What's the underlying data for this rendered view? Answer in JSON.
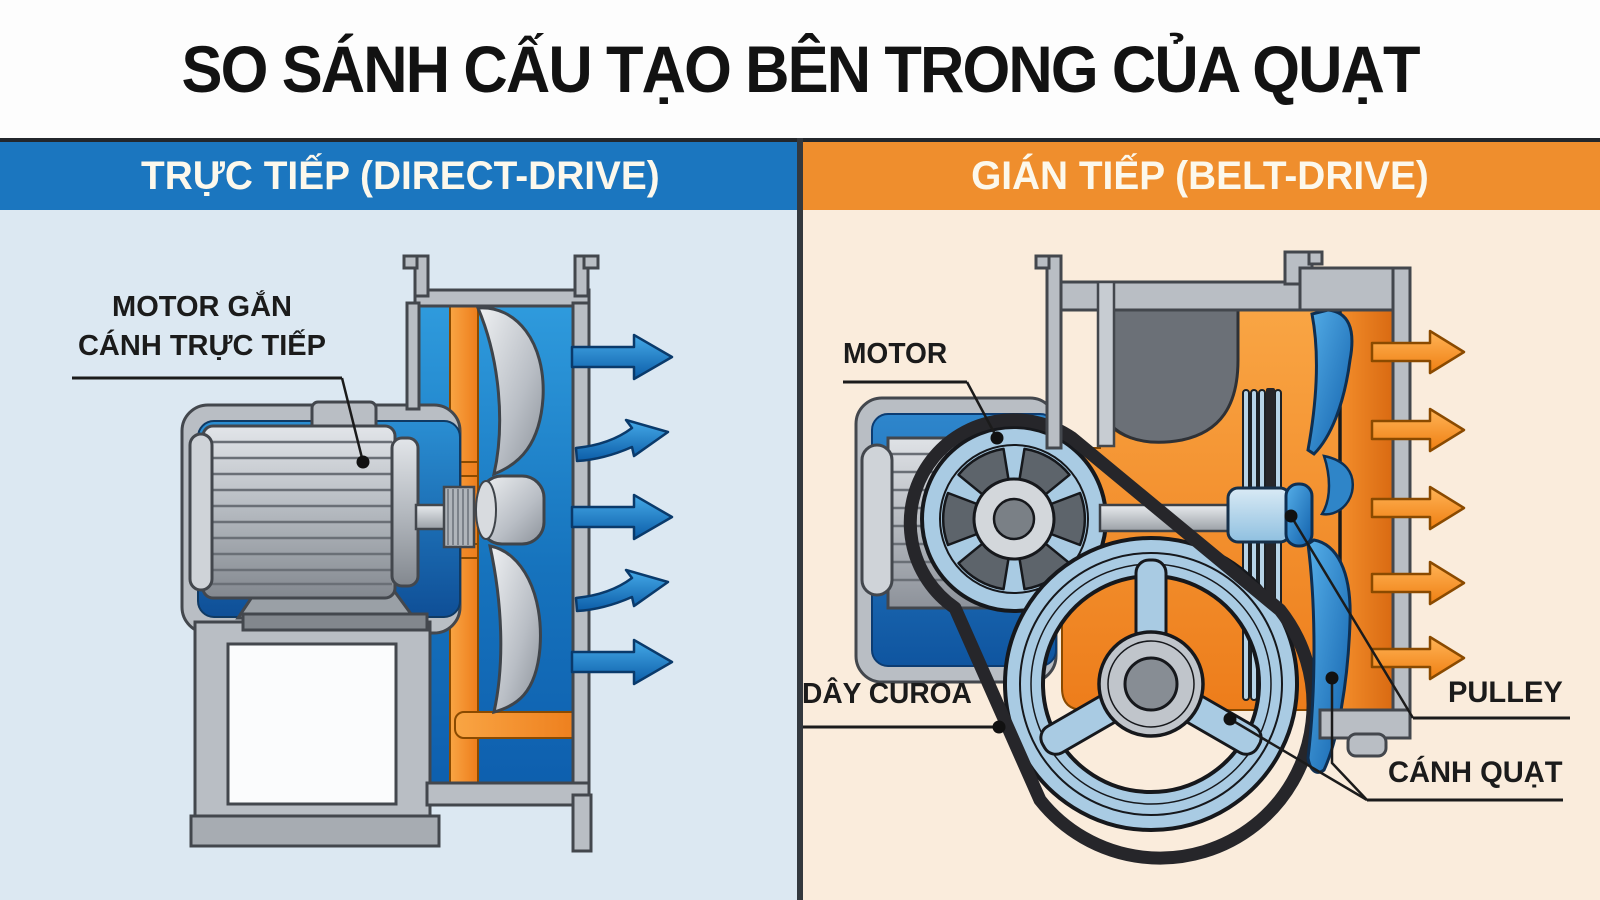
{
  "title": "SO SÁNH CẤU TẠO BÊN TRONG CỦA QUẠT",
  "panels": {
    "left": {
      "header": "TRỰC TIẾP (DIRECT-DRIVE)",
      "header_color": "#1b76bf",
      "bg_color": "#dce8f2",
      "labels": {
        "motor_line1": "MOTOR GẮN",
        "motor_line2": "CÁNH TRỰC TIẾP"
      },
      "airflow_arrow_count": 5,
      "airflow_color": "#1a7fc9"
    },
    "right": {
      "header": "GIÁN TIẾP (BELT-DRIVE)",
      "header_color": "#ef8e2d",
      "bg_color": "#faecdc",
      "labels": {
        "motor": "MOTOR",
        "belt": "DÂY CUROA",
        "pulley": "PULLEY",
        "fan_blade": "CÁNH QUẠT"
      },
      "airflow_arrow_count": 5,
      "airflow_color": "#f08a1f"
    }
  },
  "colors": {
    "title_text": "#121212",
    "header_text": "#fcf8ec",
    "divider": "#33383e",
    "casing_gray": "#b9bec4",
    "casing_outline": "#43474d",
    "interior_blue": "#1673bd",
    "interior_orange": "#f1901f",
    "impeller_silver": "#c9cdd2",
    "fan_blade_blue": "#2f85c8",
    "pulley_blue": "#a9cbe3",
    "belt_black": "#26262a",
    "label_text": "#1b1b1b"
  }
}
